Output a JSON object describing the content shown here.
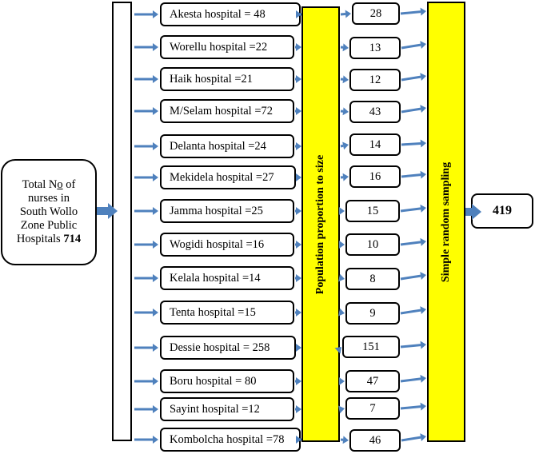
{
  "total": {
    "line1": "Total N",
    "no_o": "o",
    "line1_end": " of",
    "line2": "nurses in",
    "line3": "South Wollo",
    "line4": "Zone Public",
    "line5": "Hospitals ",
    "value": "714"
  },
  "bars": {
    "pps": "Population proportion to size",
    "srs": "Simple random sampling"
  },
  "result": "419",
  "hospitals": [
    {
      "label": "Akesta hospital = 48",
      "sample": "28"
    },
    {
      "label": "Worellu hospital =22",
      "sample": "13"
    },
    {
      "label": "Haik hospital =21",
      "sample": "12"
    },
    {
      "label": "M/Selam hospital =72",
      "sample": "43"
    },
    {
      "label": "Delanta hospital =24",
      "sample": "14"
    },
    {
      "label": "Mekidela hospital =27",
      "sample": "16"
    },
    {
      "label": "Jamma hospital =25",
      "sample": "15"
    },
    {
      "label": "Wogidi hospital =16",
      "sample": "10"
    },
    {
      "label": "Kelala hospital =14",
      "sample": "8"
    },
    {
      "label": "Tenta hospital =15",
      "sample": "9"
    },
    {
      "label": "Dessie hospital = 258",
      "sample": "151"
    },
    {
      "label": "Boru hospital = 80",
      "sample": "47"
    },
    {
      "label": "Sayint hospital =12",
      "sample": "7"
    },
    {
      "label": "Kombolcha hospital =78",
      "sample": "46"
    }
  ],
  "colors": {
    "arrow": "#4f81bd",
    "bar": "#ffff00"
  }
}
